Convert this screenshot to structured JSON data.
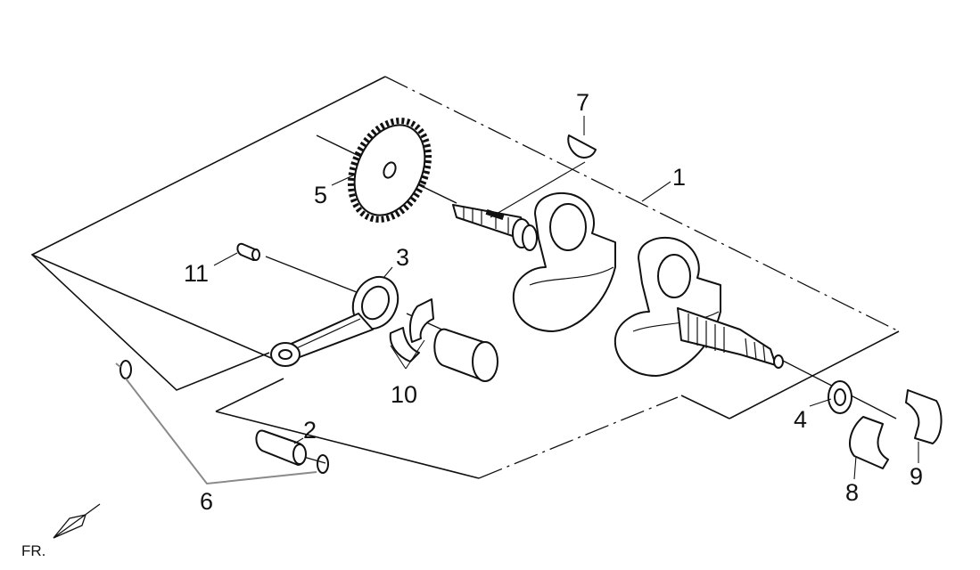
{
  "diagram": {
    "callouts": [
      {
        "id": "1",
        "label": "1"
      },
      {
        "id": "2",
        "label": "2"
      },
      {
        "id": "3",
        "label": "3"
      },
      {
        "id": "4",
        "label": "4"
      },
      {
        "id": "5",
        "label": "5"
      },
      {
        "id": "6",
        "label": "6"
      },
      {
        "id": "7",
        "label": "7"
      },
      {
        "id": "8",
        "label": "8"
      },
      {
        "id": "9",
        "label": "9"
      },
      {
        "id": "10",
        "label": "10"
      },
      {
        "id": "11",
        "label": "11"
      }
    ],
    "orientation_label": "FR.",
    "line_color": "#111111",
    "leader_gray": "#8a8a8a"
  }
}
